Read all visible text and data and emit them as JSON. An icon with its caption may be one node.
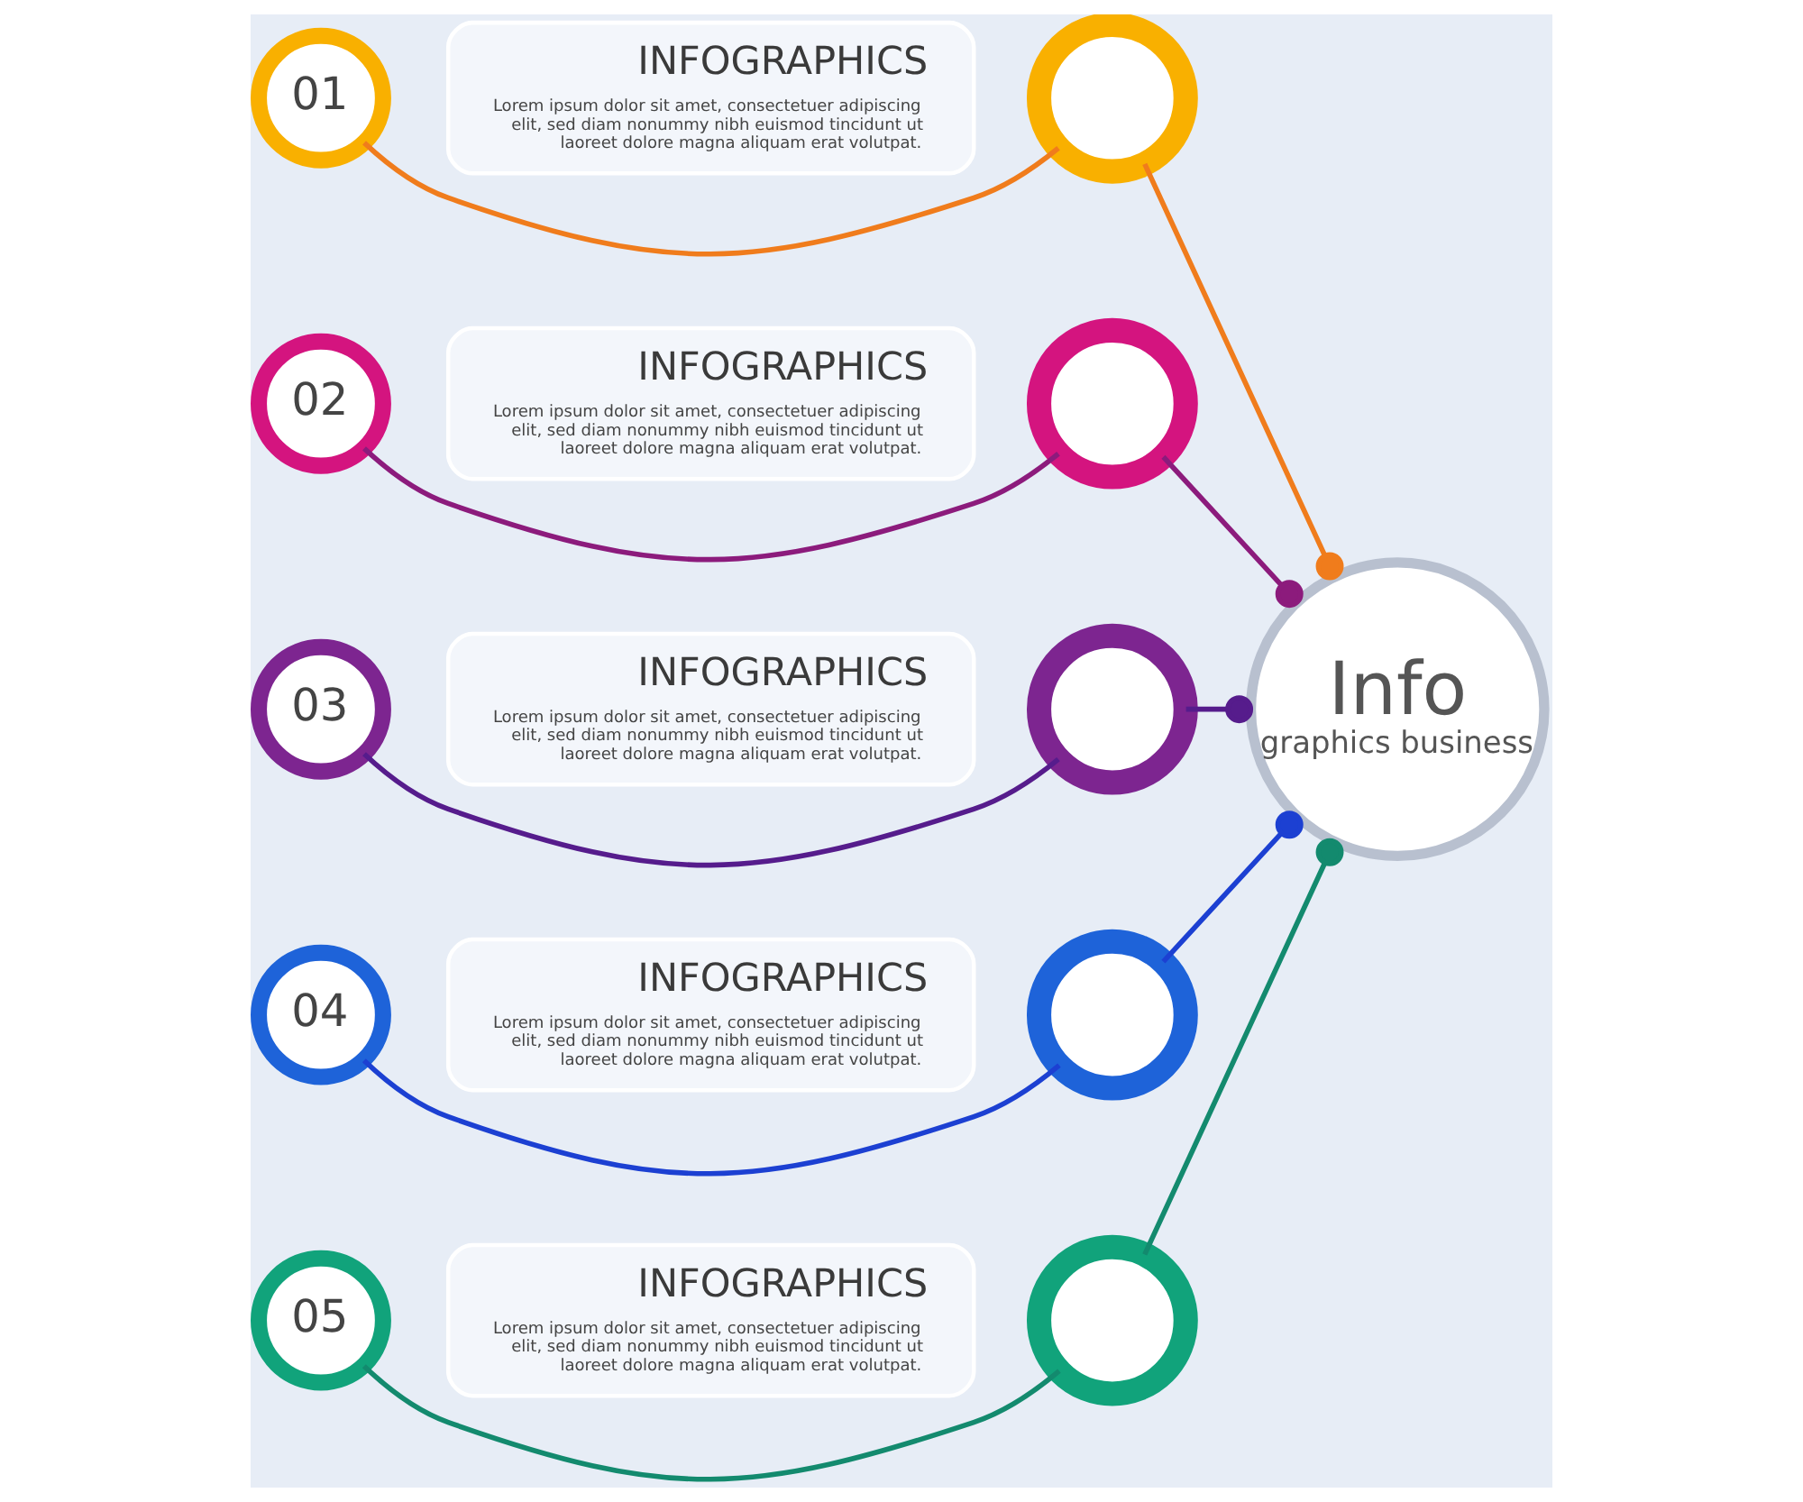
{
  "diagram": {
    "nodes": [
      {
        "text": [
          "01"
        ]
      },
      {
        "text": [
          "INFOGRAPHICS",
          "Lorem ipsum dolor sit amet, consectetuer adipiscing elit, sed diam nonummy nibh euismod tincidunt ut laoreet dolore magna aliquam erat volutpat."
        ]
      },
      {
        "text": [],
        "shape": "circle"
      },
      {
        "text": [
          "02"
        ]
      },
      {
        "text": [
          "INFOGRAPHICS",
          "Lorem ipsum dolor sit amet, consectetuer adipiscing elit, sed diam nonummy nibh euismod tincidunt ut laoreet dolore magna aliquam erat volutpat."
        ]
      },
      {
        "text": [],
        "shape": "circle"
      },
      {
        "text": [
          "03"
        ]
      },
      {
        "text": [
          "INFOGRAPHICS",
          "Lorem ipsum dolor sit amet, consectetuer adipiscing elit, sed diam nonummy nibh euismod tincidunt ut laoreet dolore magna aliquam erat volutpat."
        ]
      },
      {
        "text": [],
        "shape": "circle"
      },
      {
        "text": [
          "04"
        ]
      },
      {
        "text": [
          "INFOGRAPHICS",
          "Lorem ipsum dolor sit amet, consectetuer adipiscing elit, sed diam nonummy nibh euismod tincidunt ut laoreet dolore magna aliquam erat volutpat."
        ]
      },
      {
        "text": [],
        "shape": "circle"
      },
      {
        "text": [
          "05"
        ]
      },
      {
        "text": [
          "INFOGRAPHICS",
          "Lorem ipsum dolor sit amet, consectetuer adipiscing elit, sed diam nonummy nibh euismod tincidunt ut laoreet dolore magna aliquam erat volutpat."
        ]
      },
      {
        "text": [],
        "shape": "circle"
      },
      {
        "text": [
          "Info",
          "graphics business"
        ]
      }
    ],
    "edges": [
      {
        "from": 0,
        "to": 2,
        "arrow": "none",
        "color": "#f07c1c"
      },
      {
        "from": 2,
        "to": 15,
        "arrow": "other",
        "color": "#f07c1c"
      },
      {
        "from": 3,
        "to": 5,
        "arrow": "none",
        "color": "#8c1b7c"
      },
      {
        "from": 5,
        "to": 15,
        "arrow": "other",
        "color": "#8c1b7c"
      },
      {
        "from": 6,
        "to": 8,
        "arrow": "none",
        "color": "#561c8c"
      },
      {
        "from": 8,
        "to": 15,
        "arrow": "other",
        "color": "#561c8c"
      },
      {
        "from": 9,
        "to": 11,
        "arrow": "none",
        "color": "#1c40d2"
      },
      {
        "from": 11,
        "to": 15,
        "arrow": "other",
        "color": "#1c40d2"
      },
      {
        "from": 12,
        "to": 14,
        "arrow": "none",
        "color": "#138a6e"
      },
      {
        "from": 14,
        "to": 15,
        "arrow": "other",
        "color": "#138a6e"
      }
    ]
  }
}
